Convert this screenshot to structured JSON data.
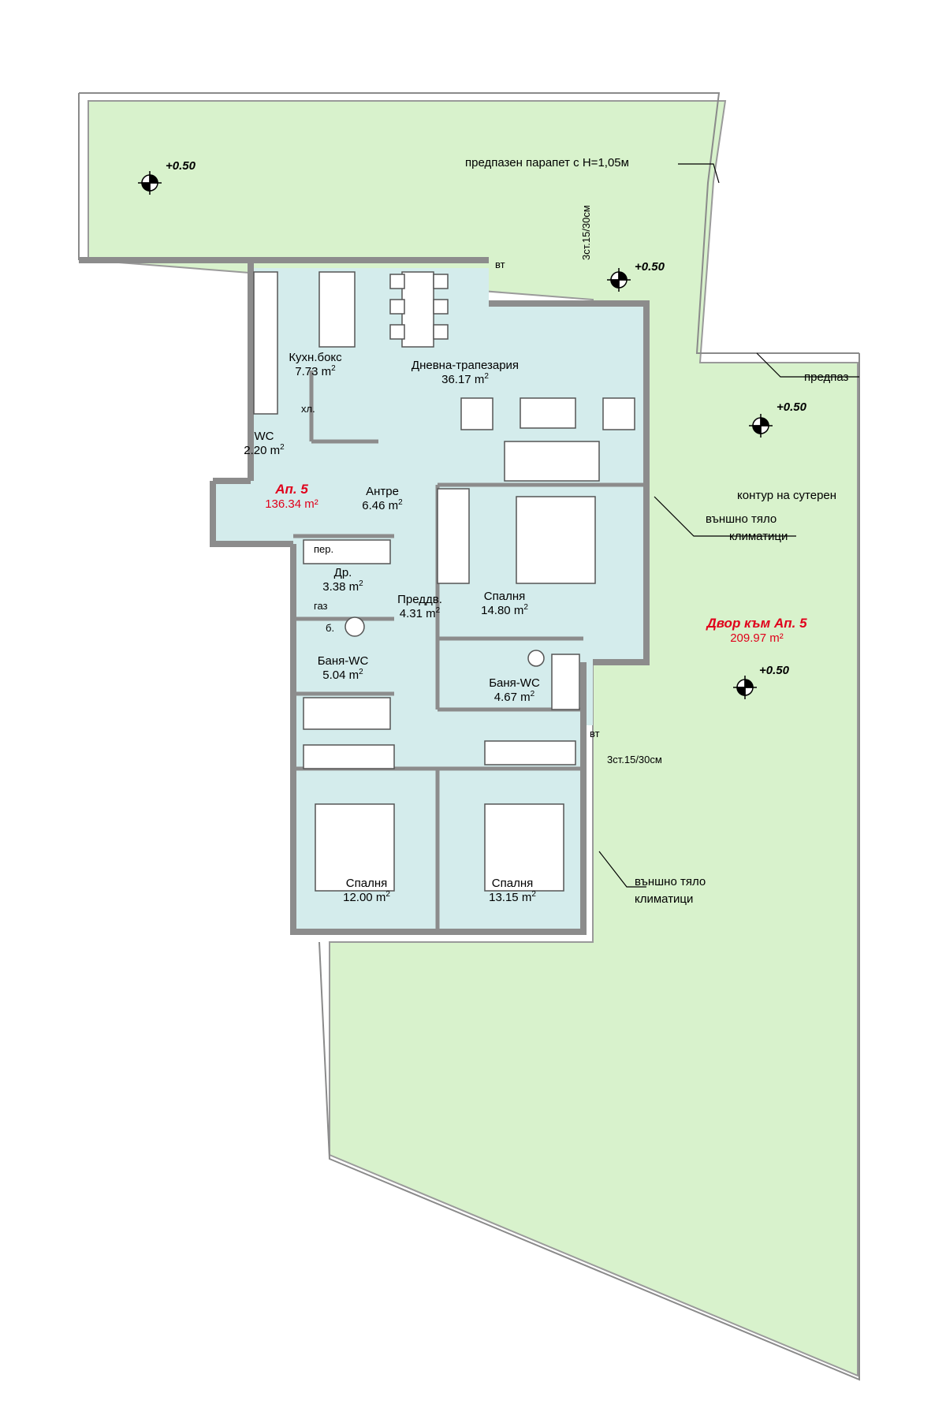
{
  "apartment": {
    "name": "Ап. 5",
    "area": "136.34 m²"
  },
  "yard": {
    "name": "Двор към Ап. 5",
    "area": "209.97 m²"
  },
  "rooms": [
    {
      "name": "Кухн.бокс",
      "area": "7.73"
    },
    {
      "name": "Дневна-трапезария",
      "area": "36.17"
    },
    {
      "name": "WC",
      "area": "2.20"
    },
    {
      "name": "Антре",
      "area": "6.46"
    },
    {
      "name": "Др.",
      "area": "3.38"
    },
    {
      "name": "Преддв.",
      "area": "4.31"
    },
    {
      "name": "Спалня",
      "area": "14.80"
    },
    {
      "name": "Баня-WC",
      "area": "5.04"
    },
    {
      "name": "Баня-WC",
      "area": "4.67"
    },
    {
      "name": "Спалня",
      "area": "12.00"
    },
    {
      "name": "Спалня",
      "area": "13.15"
    }
  ],
  "area_unit": "m",
  "area_unit_sup": "2",
  "elevation": "+0.50",
  "notes": {
    "parapet": "предпазен парапет с Н=1,05м",
    "parapet_cut": "предпаз",
    "basement": "контур на сутерен",
    "ac_unit_line1": "външно тяло",
    "ac_unit_line2": "климатици",
    "stairs": "3ст.15/30см",
    "vt": "вт",
    "fridge": "хл.",
    "washer": "пер.",
    "boiler": "б.",
    "gas": "газ"
  },
  "colors": {
    "garden": "#d8f2cc",
    "garden_line": "#8a8a8a",
    "interior": "#d4ecec",
    "wall": "#8c8c8c",
    "accent_red": "#e0001b"
  }
}
